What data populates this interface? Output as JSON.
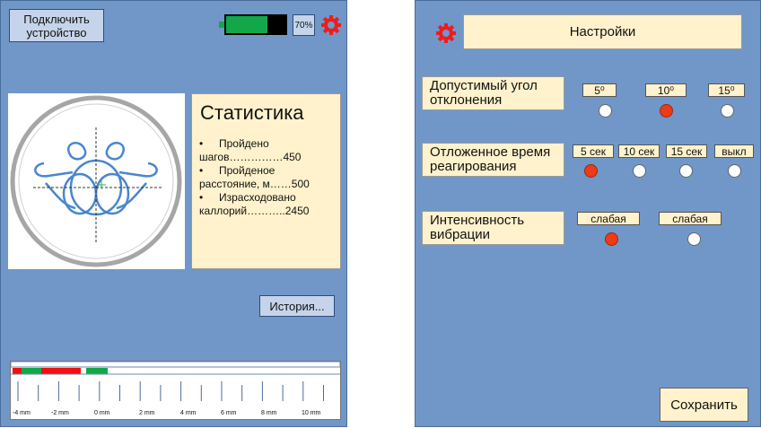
{
  "left": {
    "connect_button": "Подключить устройство",
    "battery_percent": "70%",
    "battery_level": 0.7,
    "stats": {
      "title": "Статистика",
      "items": [
        {
          "line1": "Пройдено",
          "line2": "шагов……………450"
        },
        {
          "line1": "Пройденое",
          "line2": "расстояние, м……500"
        },
        {
          "line1": "Израсходовано",
          "line2": "каллорий………..2450"
        }
      ]
    },
    "history_button": "История...",
    "ruler_ticks": [
      "-4 mm",
      "-2 mm",
      "0 mm",
      "2 mm",
      "4 mm",
      "6 mm",
      "8 mm",
      "10 mm"
    ],
    "colors": {
      "accent_red": "#ee3a16",
      "green": "#12a84a",
      "blue_line": "#4a86d0"
    }
  },
  "right": {
    "title": "Настройки",
    "angle": {
      "label": "Допустимый угол отклонения",
      "options": [
        "5⁰",
        "10⁰",
        "15⁰"
      ],
      "selected_index": 1
    },
    "delay": {
      "label": "Отложенное время реагирования",
      "options": [
        "5 сек",
        "10 сек",
        "15 сек",
        "выкл"
      ],
      "selected_index": 0
    },
    "vibration": {
      "label": "Интенсивность вибрации",
      "options": [
        "слабая",
        "слабая"
      ],
      "selected_index": 0
    },
    "save_button": "Сохранить"
  }
}
